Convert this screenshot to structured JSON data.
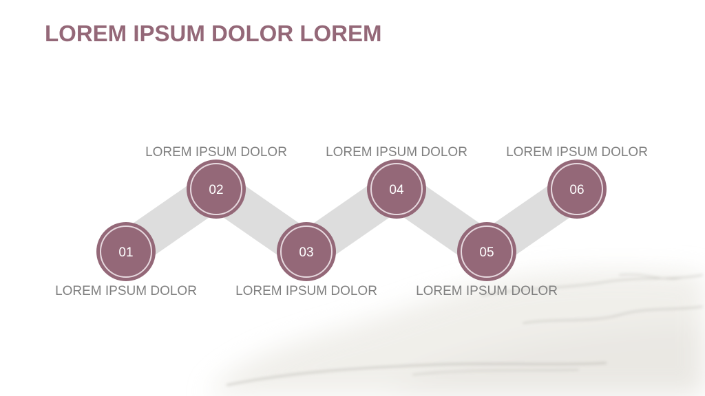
{
  "slide": {
    "title": "LOREM IPSUM DOLOR LOREM"
  },
  "colors": {
    "accent": "#946878",
    "ring": "#e7d9df",
    "band": "#dddddd",
    "label": "#7f7f7f"
  },
  "steps": [
    {
      "number": "01",
      "label": "LOREM IPSUM DOLOR",
      "label_position": "below"
    },
    {
      "number": "02",
      "label": "LOREM IPSUM DOLOR",
      "label_position": "above"
    },
    {
      "number": "03",
      "label": "LOREM IPSUM DOLOR",
      "label_position": "below"
    },
    {
      "number": "04",
      "label": "LOREM IPSUM DOLOR",
      "label_position": "above"
    },
    {
      "number": "05",
      "label": "LOREM IPSUM DOLOR",
      "label_position": "below"
    },
    {
      "number": "06",
      "label": "LOREM IPSUM DOLOR",
      "label_position": "above"
    }
  ]
}
